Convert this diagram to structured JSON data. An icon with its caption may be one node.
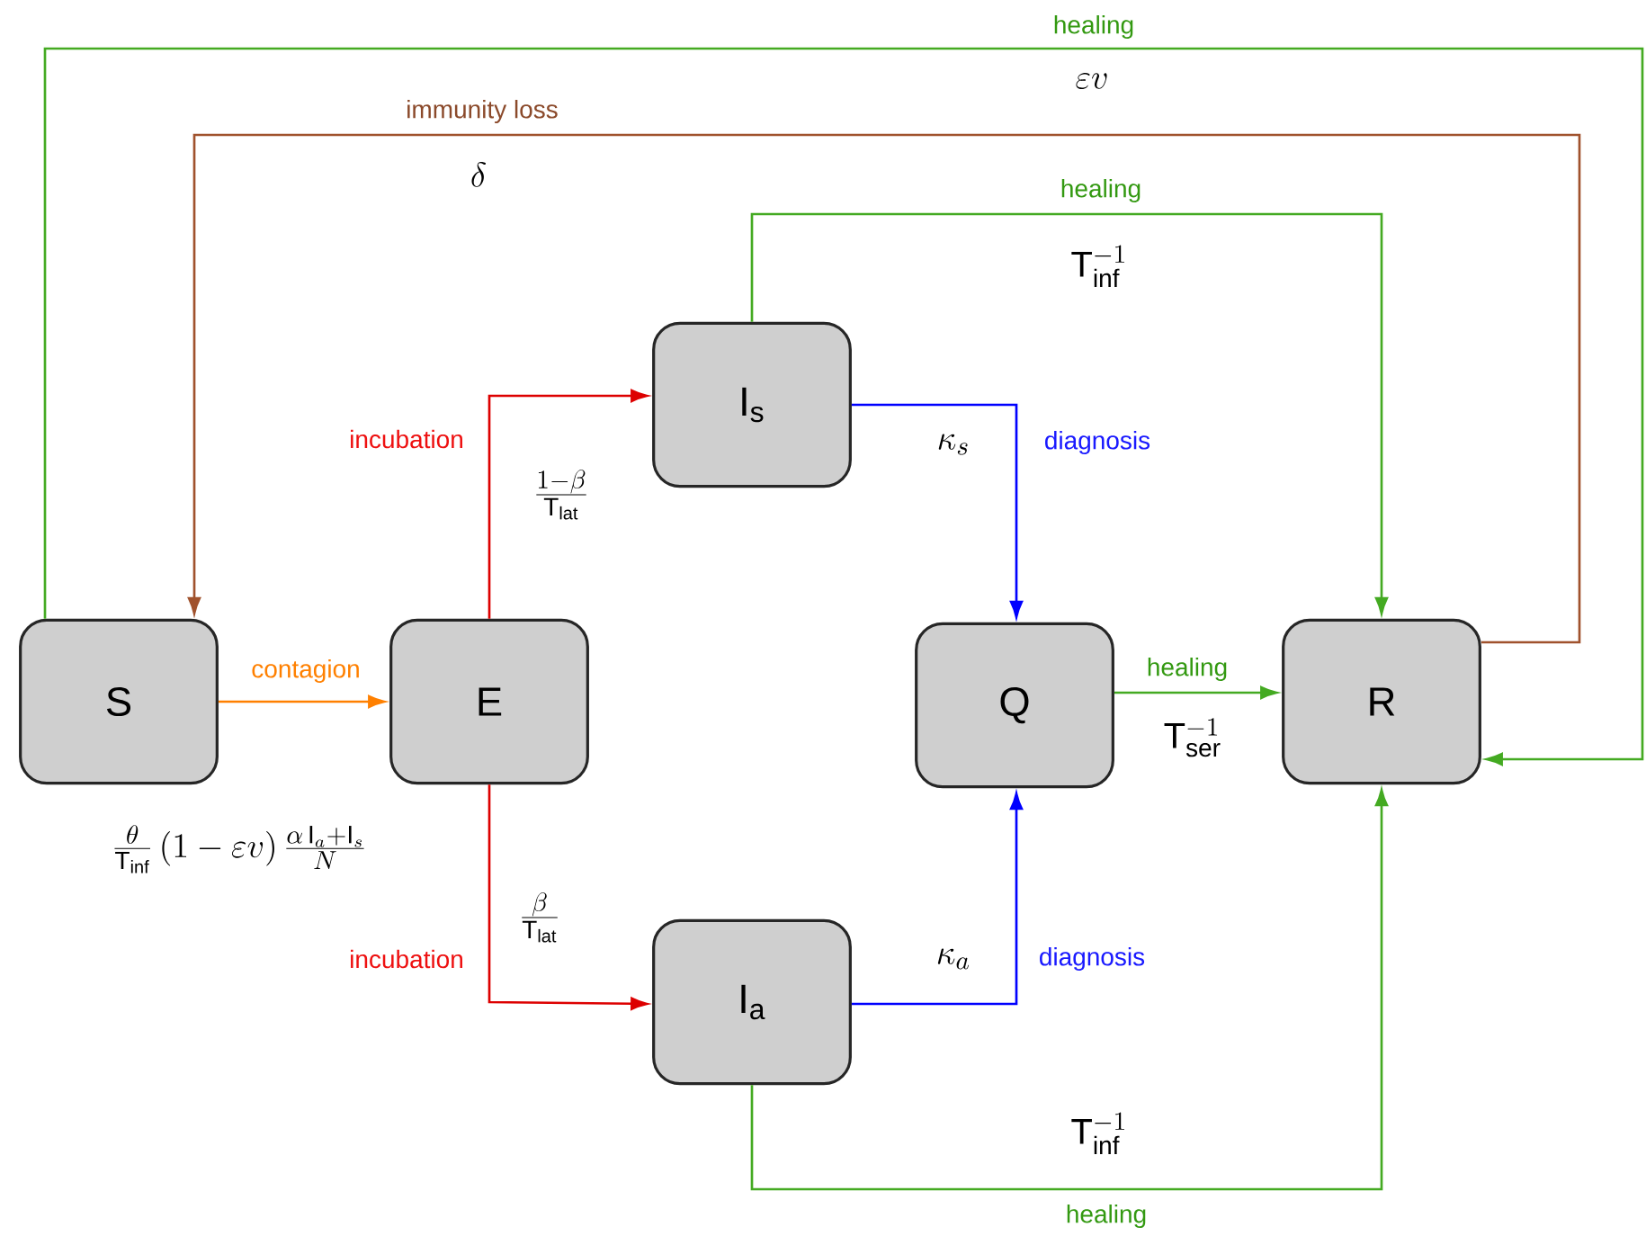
{
  "diagram": {
    "nodes": [
      {
        "text": [
          "S"
        ]
      },
      {
        "text": [
          "E"
        ]
      },
      {
        "text": [
          "I$_{s}$"
        ]
      },
      {
        "text": [
          "I$_{a}$"
        ]
      },
      {
        "text": [
          "Q"
        ]
      },
      {
        "text": [
          "R"
        ]
      }
    ],
    "edges": [
      {
        "from": 0,
        "to": 1,
        "arrow": "to",
        "label": "contagion",
        "color": "#ff8000"
      },
      {
        "from": 1,
        "to": 2,
        "arrow": "to",
        "label": "incubation",
        "color": "#dd0000"
      },
      {
        "from": 1,
        "to": 3,
        "arrow": "to",
        "label": "incubation",
        "color": "#dd0000"
      },
      {
        "from": 2,
        "to": 4,
        "arrow": "to",
        "label": "diagnosis",
        "color": "#0000ff"
      },
      {
        "from": 3,
        "to": 4,
        "arrow": "to",
        "label": "diagnosis",
        "color": "#0000ff"
      },
      {
        "from": 4,
        "to": 5,
        "arrow": "to",
        "label": "healing"
      },
      {
        "from": 2,
        "to": 5,
        "arrow": "to",
        "label": "healing"
      },
      {
        "from": 3,
        "to": 5,
        "arrow": "to",
        "label": "healing"
      },
      {
        "from": 0,
        "to": 5,
        "arrow": "to",
        "label": "healing"
      },
      {
        "from": 5,
        "to": 0,
        "arrow": "to",
        "label": "immunity loss",
        "color": "#a0522d"
      }
    ],
    "labels": [
      "\\frac{\\theta}{\\mathrm{T}_{\\mathrm{inf}}}\\,(1-\\varepsilon v)\\,\\frac{\\alpha\\,\\mathrm{I}_a+\\mathrm{I}_s}{N}",
      "\\frac{1-\\beta}{\\mathrm{T}_{\\mathrm{lat}}}",
      "\\frac{\\beta}{\\mathrm{T}_{\\mathrm{lat}}}",
      "\\kappa_s",
      "\\kappa_a",
      "\\mathrm{T}_{\\mathrm{ser}}^{-1}",
      "\\mathrm{T}_{\\mathrm{inf}}^{-1}",
      "\\mathrm{T}_{\\mathrm{inf}}^{-1}",
      "\\varepsilon v",
      "\\delta"
    ]
  }
}
